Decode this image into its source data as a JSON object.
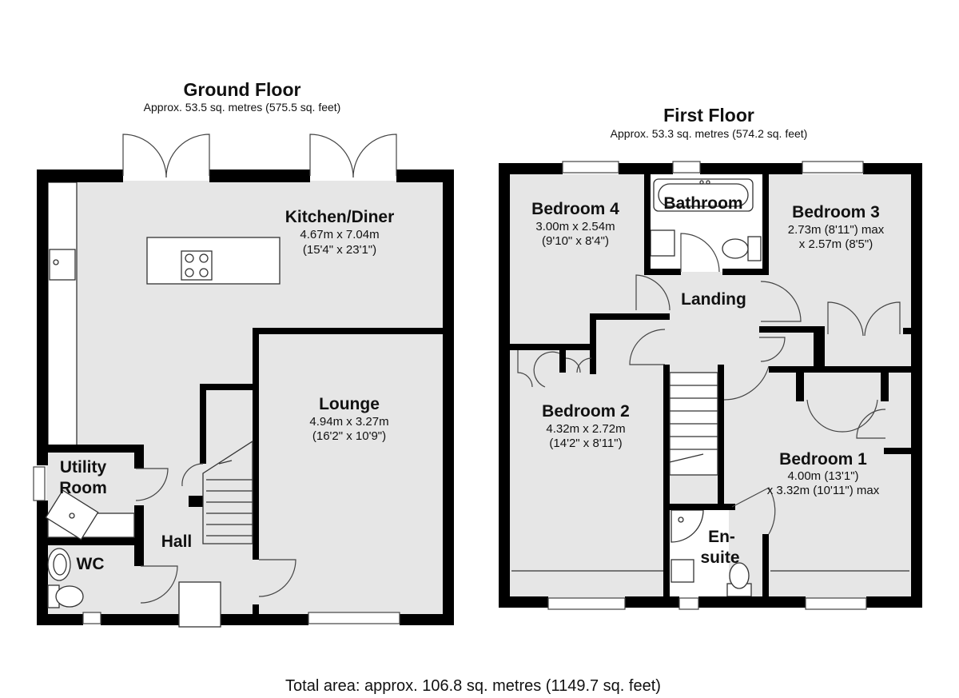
{
  "ground_floor": {
    "title": "Ground Floor",
    "area": "Approx. 53.5 sq. metres (575.5 sq. feet)",
    "rooms": {
      "kitchen": {
        "name": "Kitchen/Diner",
        "dim1": "4.67m x 7.04m",
        "dim2": "(15'4\" x 23'1\")"
      },
      "lounge": {
        "name": "Lounge",
        "dim1": "4.94m x 3.27m",
        "dim2": "(16'2\" x 10'9\")"
      },
      "utility": {
        "name1": "Utility",
        "name2": "Room"
      },
      "wc": {
        "name": "WC"
      },
      "hall": {
        "name": "Hall"
      }
    }
  },
  "first_floor": {
    "title": "First Floor",
    "area": "Approx. 53.3 sq. metres (574.2 sq. feet)",
    "rooms": {
      "bedroom4": {
        "name": "Bedroom 4",
        "dim1": "3.00m x 2.54m",
        "dim2": "(9'10\" x 8'4\")"
      },
      "bathroom": {
        "name": "Bathroom"
      },
      "bedroom3": {
        "name": "Bedroom 3",
        "dim1": "2.73m (8'11\") max",
        "dim2": "x 2.57m (8'5\")"
      },
      "landing": {
        "name": "Landing"
      },
      "bedroom2": {
        "name": "Bedroom 2",
        "dim1": "4.32m x 2.72m",
        "dim2": "(14'2\" x 8'11\")"
      },
      "bedroom1": {
        "name": "Bedroom 1",
        "dim1": "4.00m (13'1\")",
        "dim2": "x 3.32m (10'11\") max"
      },
      "ensuite": {
        "name1": "En-",
        "name2": "suite"
      }
    }
  },
  "total_area": "Total area: approx. 106.8 sq. metres (1149.7 sq. feet)"
}
